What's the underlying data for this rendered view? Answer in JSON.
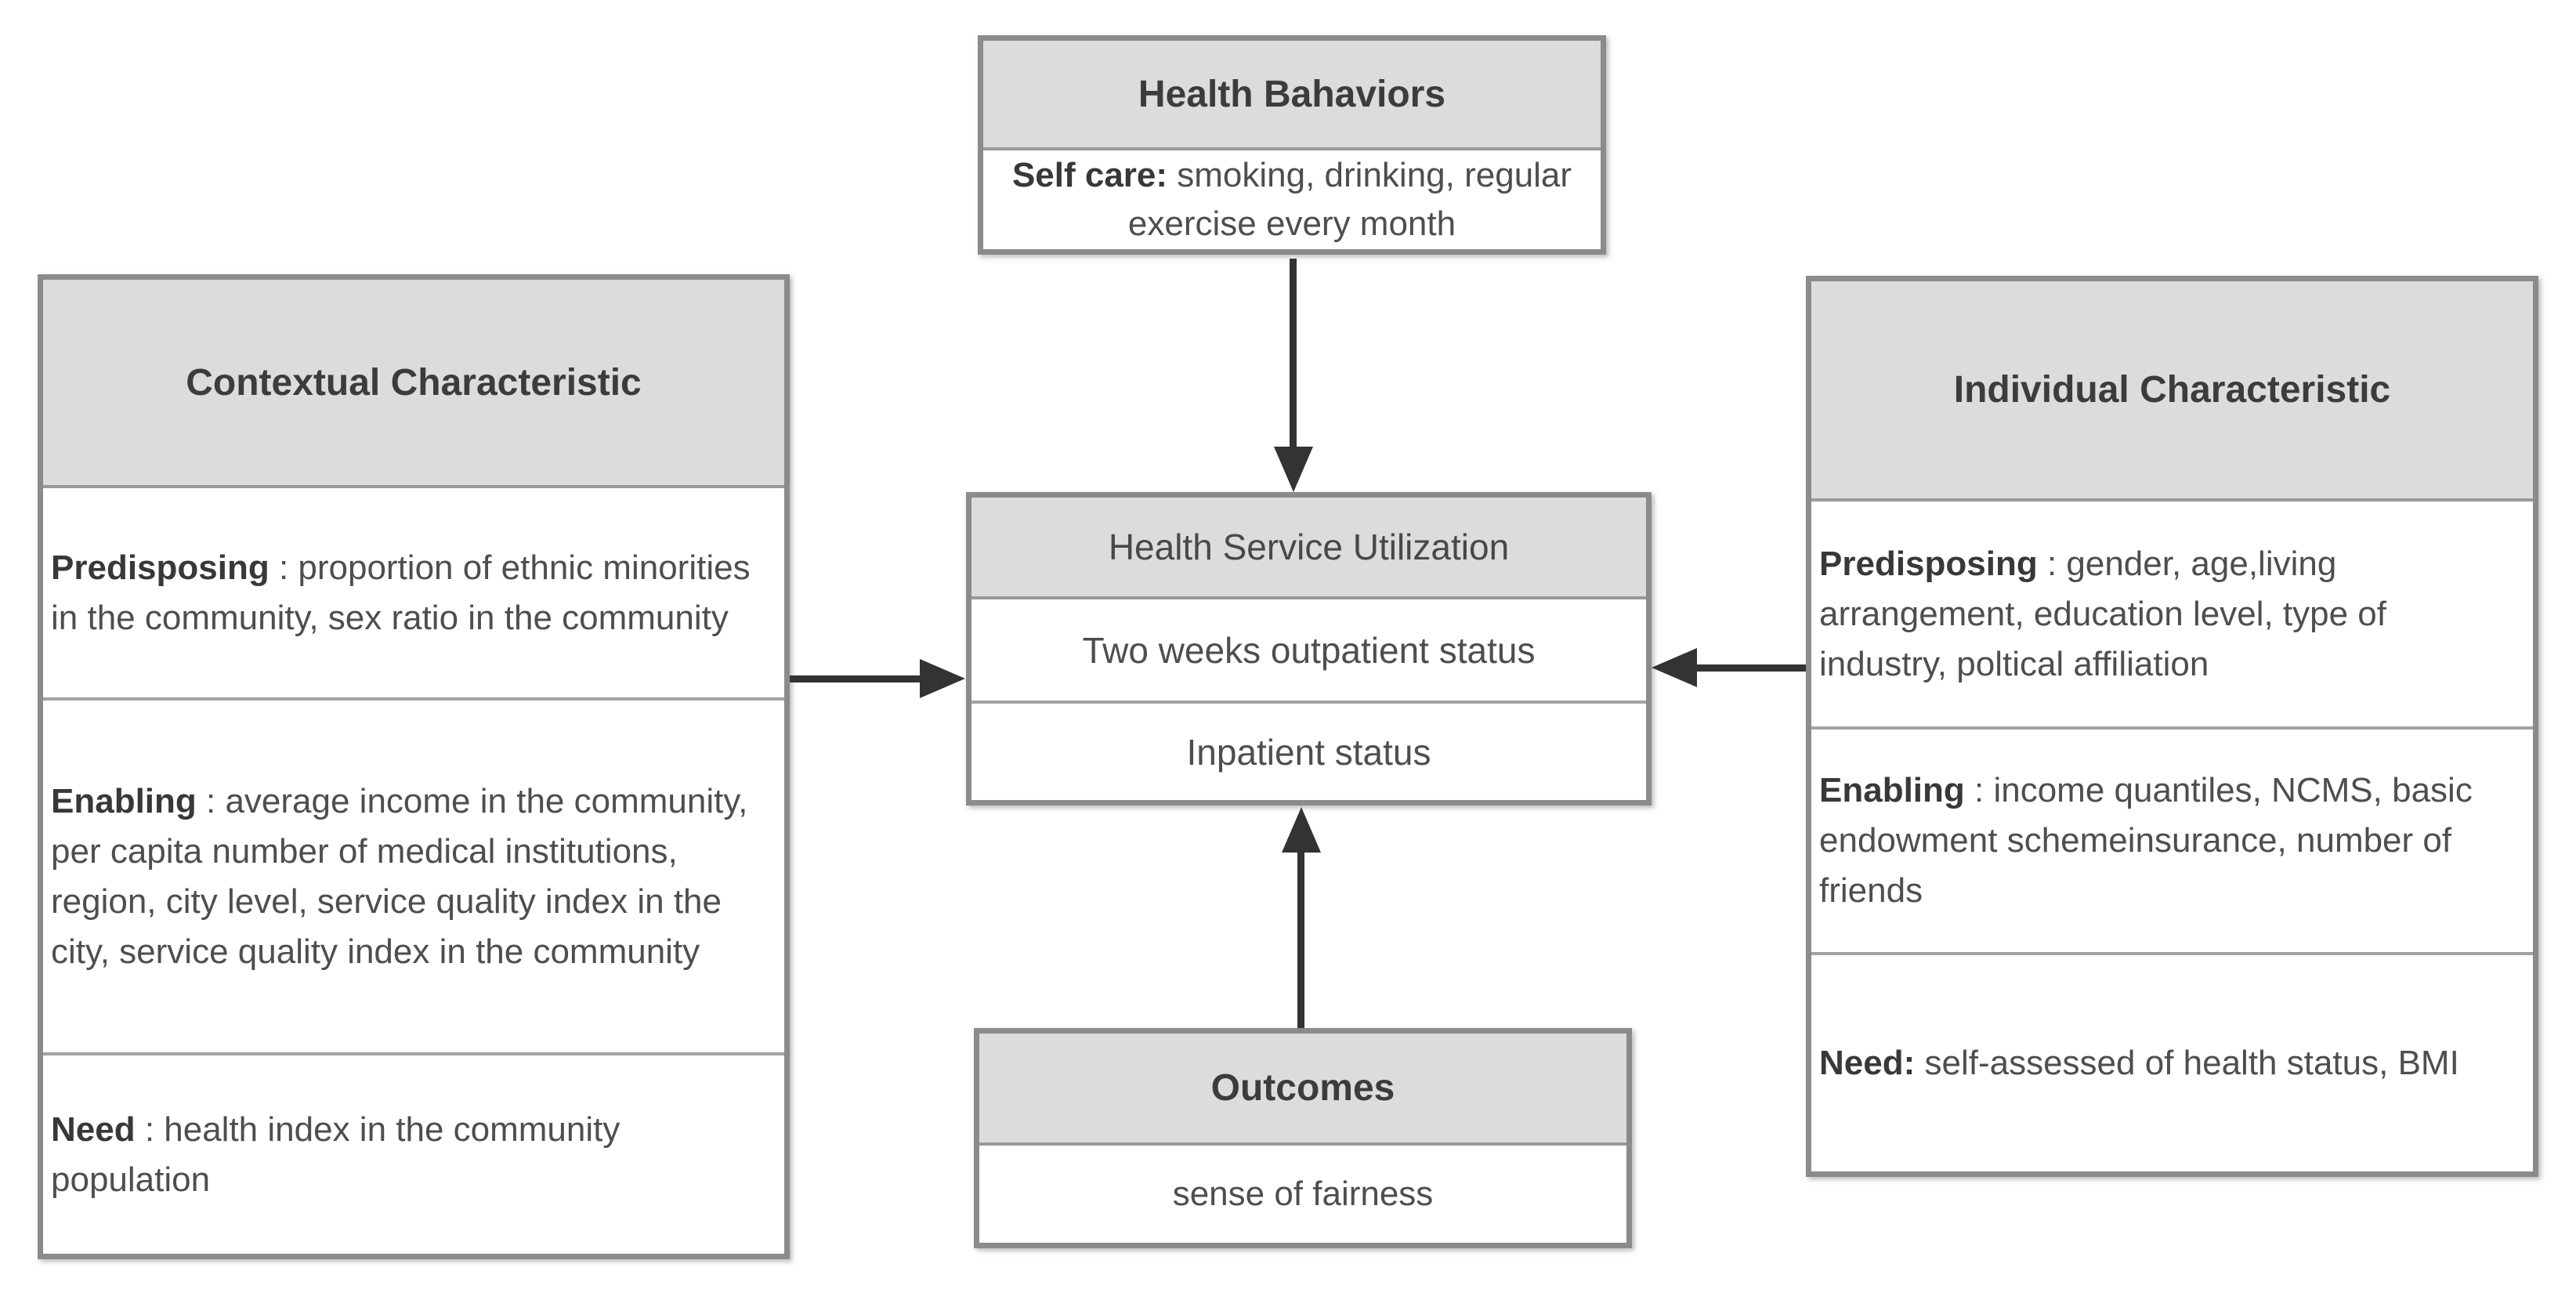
{
  "colors": {
    "background": "#ffffff",
    "header_fill": "#dcdcdc",
    "box_border": "#8b8b8b",
    "divider": "#a2a2a2",
    "body_text": "#4e4e4e",
    "bold_text": "#383838",
    "arrow": "#333333"
  },
  "boxes": {
    "health_behaviors": {
      "title": "Health Bahaviors",
      "body": {
        "label": "Self care:",
        "text": " smoking, drinking, regular exercise every month"
      }
    },
    "contextual": {
      "title": "Contextual Characteristic",
      "sections": [
        {
          "label": "Predisposing",
          "text": " : proportion of ethnic minorities in the community, sex ratio in the community"
        },
        {
          "label": "Enabling",
          "text": " : average income in the community, per capita number of medical institutions, region, city level, service quality index in the city, service quality index in the community"
        },
        {
          "label": "Need",
          "text": " : health index in the community population"
        }
      ]
    },
    "utilization": {
      "title": "Health Service Utilization",
      "rows": [
        "Two weeks outpatient status",
        "Inpatient status"
      ]
    },
    "individual": {
      "title": "Individual Characteristic",
      "sections": [
        {
          "label": "Predisposing",
          "text": " : gender, age,living arrangement, education level, type of industry, poltical affiliation"
        },
        {
          "label": "Enabling",
          "text": " : income quantiles, NCMS, basic endowment schemeinsurance, number of friends"
        },
        {
          "label": "Need:",
          "text": " self-assessed of health status, BMI"
        }
      ]
    },
    "outcomes": {
      "title": "Outcomes",
      "body": "sense of fairness"
    }
  }
}
